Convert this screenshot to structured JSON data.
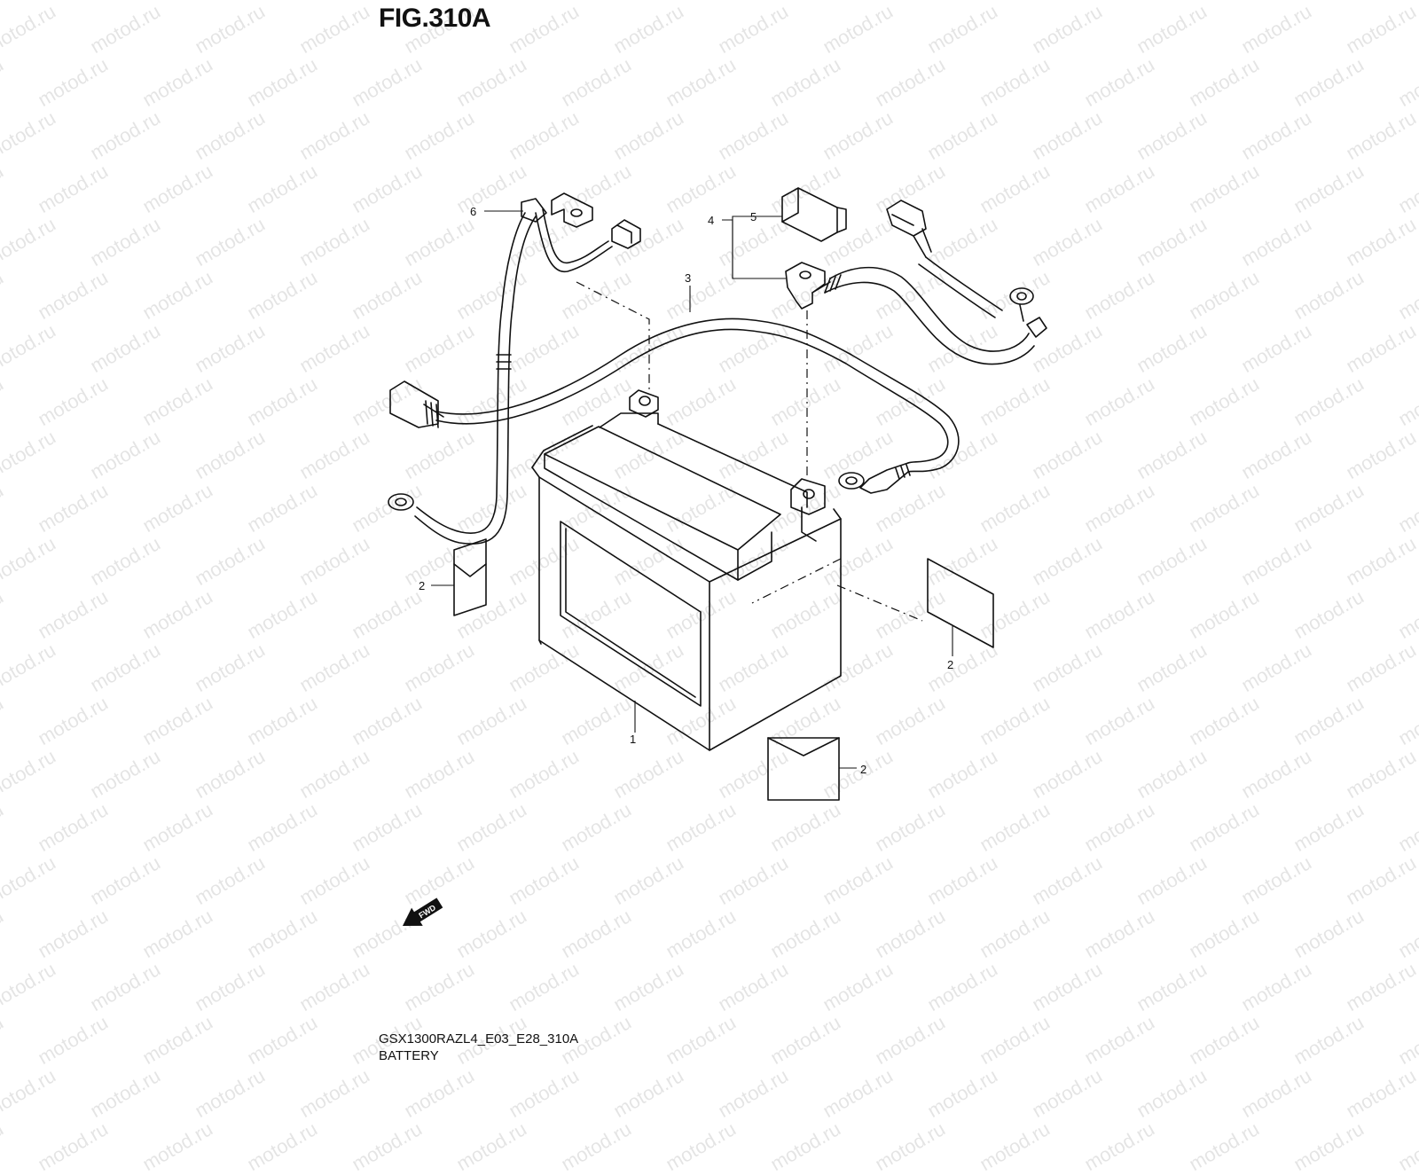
{
  "figure": {
    "title": "FIG.310A",
    "model_code": "GSX1300RAZL4_E03_E28_310A",
    "name": "BATTERY",
    "watermark": "motod.ru",
    "fwd_label": "FWD"
  },
  "callouts": [
    {
      "id": "1",
      "label": "1"
    },
    {
      "id": "2a",
      "label": "2"
    },
    {
      "id": "2b",
      "label": "2"
    },
    {
      "id": "2c",
      "label": "2"
    },
    {
      "id": "3",
      "label": "3"
    },
    {
      "id": "4",
      "label": "4"
    },
    {
      "id": "5",
      "label": "5"
    },
    {
      "id": "6",
      "label": "6"
    }
  ]
}
